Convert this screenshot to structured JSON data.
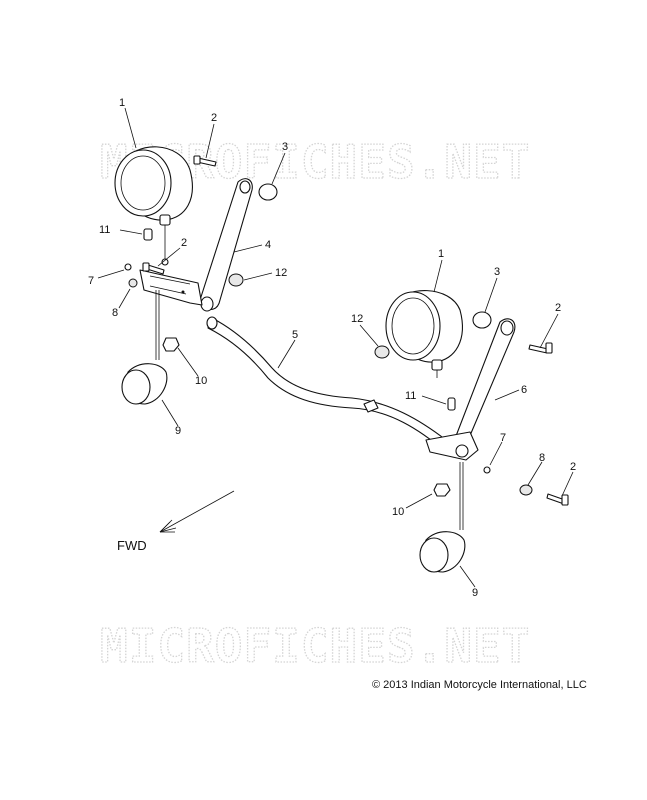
{
  "watermark": {
    "top": "MICROFICHES.NET",
    "bottom": "MICROFICHES.NET"
  },
  "direction_label": "FWD",
  "copyright": "© 2013 Indian Motorcycle International, LLC",
  "callouts": [
    "1",
    "2",
    "3",
    "4",
    "2",
    "11",
    "7",
    "12",
    "8",
    "5",
    "12",
    "10",
    "1",
    "3",
    "2",
    "9",
    "11",
    "6",
    "7",
    "8",
    "2",
    "10",
    "9"
  ]
}
